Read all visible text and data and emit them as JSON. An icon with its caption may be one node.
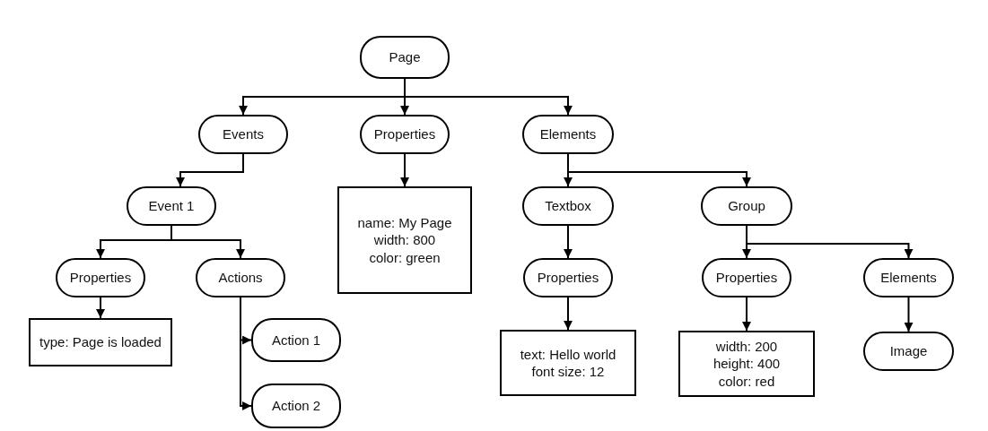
{
  "diagram": {
    "nodes": [
      {
        "text": [
          "Page"
        ]
      },
      {
        "text": [
          "Events"
        ]
      },
      {
        "text": [
          "Properties"
        ]
      },
      {
        "text": [
          "Elements"
        ]
      },
      {
        "text": [
          "Event 1"
        ]
      },
      {
        "text": [
          "name: My Page",
          "width: 800",
          "color: green"
        ]
      },
      {
        "text": [
          "Textbox"
        ]
      },
      {
        "text": [
          "Group"
        ]
      },
      {
        "text": [
          "Properties"
        ]
      },
      {
        "text": [
          "Actions"
        ]
      },
      {
        "text": [
          "Properties"
        ]
      },
      {
        "text": [
          "Properties"
        ]
      },
      {
        "text": [
          "Elements"
        ]
      },
      {
        "text": [
          "type: Page is loaded"
        ]
      },
      {
        "text": [
          "Action 1"
        ]
      },
      {
        "text": [
          "text: Hello world",
          "font size: 12"
        ]
      },
      {
        "text": [
          "width: 200",
          "height: 400",
          "color: red"
        ]
      },
      {
        "text": [
          "Image"
        ]
      },
      {
        "text": [
          "Action 2"
        ]
      }
    ],
    "edges": [
      {
        "from": 0,
        "to": 1,
        "arrow": "to"
      },
      {
        "from": 0,
        "to": 2,
        "arrow": "to"
      },
      {
        "from": 0,
        "to": 3,
        "arrow": "to"
      },
      {
        "from": 1,
        "to": 4,
        "arrow": "to"
      },
      {
        "from": 2,
        "to": 5,
        "arrow": "to"
      },
      {
        "from": 3,
        "to": 6,
        "arrow": "to"
      },
      {
        "from": 3,
        "to": 7,
        "arrow": "to"
      },
      {
        "from": 4,
        "to": 8,
        "arrow": "to"
      },
      {
        "from": 4,
        "to": 9,
        "arrow": "to"
      },
      {
        "from": 6,
        "to": 10,
        "arrow": "to"
      },
      {
        "from": 7,
        "to": 11,
        "arrow": "to"
      },
      {
        "from": 7,
        "to": 12,
        "arrow": "to"
      },
      {
        "from": 8,
        "to": 13,
        "arrow": "to"
      },
      {
        "from": 9,
        "to": 14,
        "arrow": "to"
      },
      {
        "from": 9,
        "to": 18,
        "arrow": "to"
      },
      {
        "from": 10,
        "to": 15,
        "arrow": "to"
      },
      {
        "from": 11,
        "to": 16,
        "arrow": "to"
      },
      {
        "from": 12,
        "to": 17,
        "arrow": "to"
      }
    ]
  }
}
